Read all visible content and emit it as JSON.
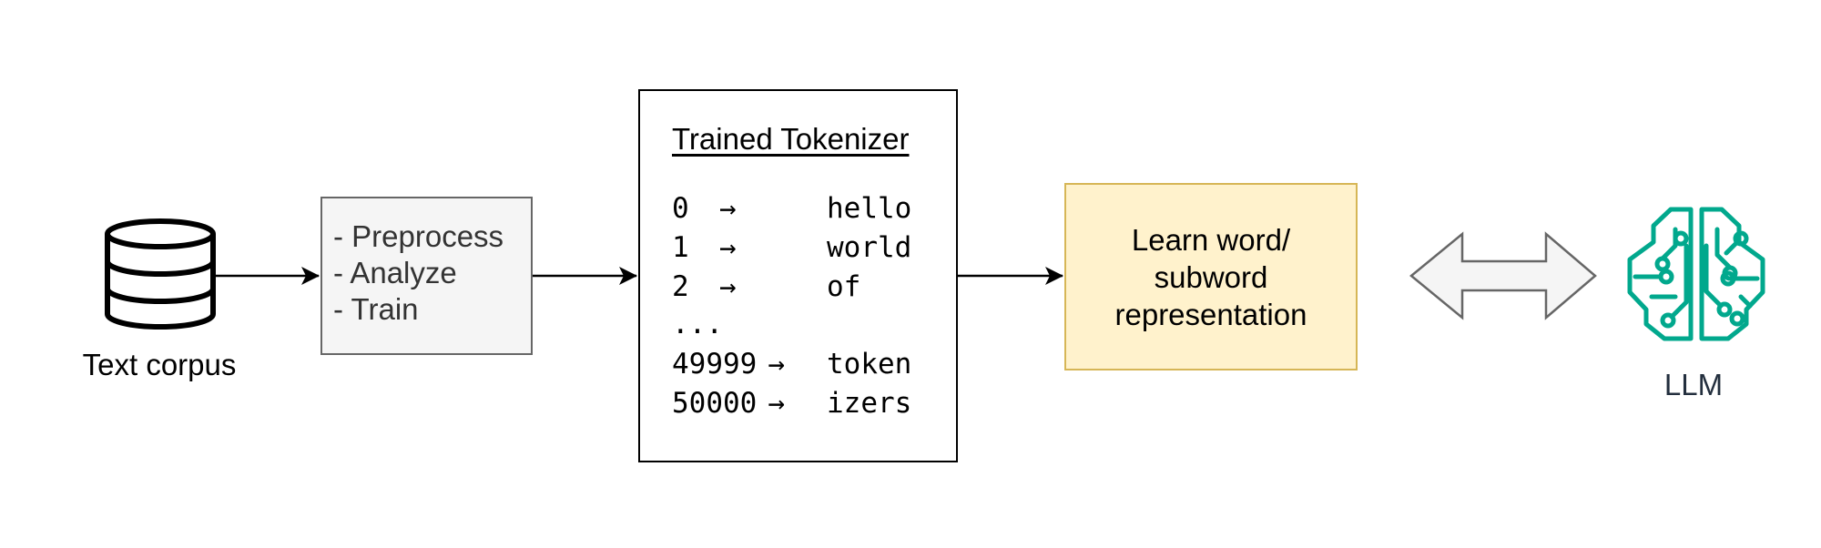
{
  "diagram": {
    "nodes": {
      "corpus": {
        "label": "Text corpus",
        "icon": "database-icon"
      },
      "process": {
        "steps": [
          "- Preprocess",
          "- Analyze",
          "- Train"
        ]
      },
      "tokenizer": {
        "title": "Trained Tokenizer",
        "vocab": [
          {
            "id": "0",
            "arrow": "→",
            "token": "hello"
          },
          {
            "id": "1",
            "arrow": "→",
            "token": "world"
          },
          {
            "id": "2",
            "arrow": "→",
            "token": "of"
          },
          {
            "id": "...",
            "arrow": "",
            "token": ""
          },
          {
            "id": "49999",
            "arrow": "→",
            "token": "token"
          },
          {
            "id": "50000",
            "arrow": "→",
            "token": "izers"
          }
        ]
      },
      "learn": {
        "lines": [
          "Learn word/",
          "subword",
          "representation"
        ]
      },
      "llm": {
        "label": "LLM",
        "icon": "brain-circuit-icon"
      }
    },
    "edges": [
      {
        "from": "corpus",
        "to": "process",
        "style": "arrow"
      },
      {
        "from": "process",
        "to": "tokenizer",
        "style": "arrow"
      },
      {
        "from": "tokenizer",
        "to": "learn",
        "style": "arrow"
      },
      {
        "from": "learn",
        "to": "llm",
        "style": "double-block-arrow"
      }
    ],
    "colors": {
      "process_fill": "#f5f5f5",
      "process_stroke": "#666666",
      "learn_fill": "#fff2cc",
      "learn_stroke": "#d6b656",
      "llm_icon": "#01a88d",
      "double_arrow_fill": "#f5f5f5",
      "double_arrow_stroke": "#666666"
    }
  }
}
